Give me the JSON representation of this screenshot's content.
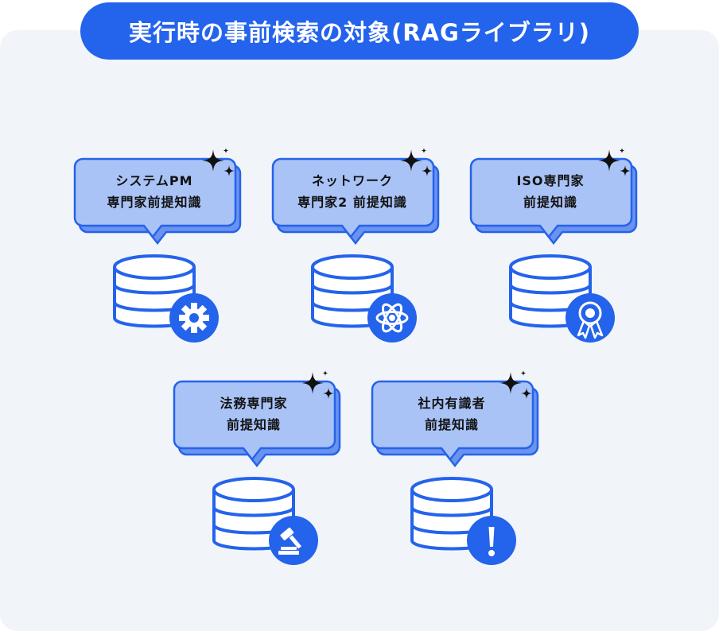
{
  "title": "実行時の事前検索の対象(RAGライブラリ)",
  "colors": {
    "accent": "#2463eb",
    "bubble_fill": "#a9c3f7",
    "bubble_shadow": "#6b93ee",
    "panel_bg": "#f1f4f9",
    "sparkle": "#111111"
  },
  "nodes": [
    {
      "line1": "システムPM",
      "line2": "専門家前提知識",
      "badge_icon": "gear-icon"
    },
    {
      "line1": "ネットワーク",
      "line2": "専門家2 前提知識",
      "badge_icon": "atom-icon"
    },
    {
      "line1": "ISO専門家",
      "line2": "前提知識",
      "badge_icon": "award-ribbon-icon"
    },
    {
      "line1": "法務専門家",
      "line2": "前提知識",
      "badge_icon": "gavel-icon"
    },
    {
      "line1": "社内有識者",
      "line2": "前提知識",
      "badge_icon": "exclamation-icon"
    }
  ]
}
